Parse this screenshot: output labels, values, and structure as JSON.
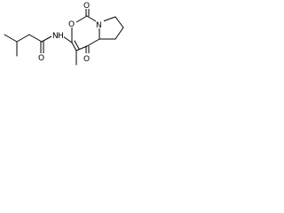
{
  "structure": {
    "atoms": [
      {
        "id": "amide-oxygen",
        "label": "O"
      },
      {
        "id": "amide-nitrogen",
        "label": "N"
      },
      {
        "id": "amide-hydrogen",
        "label": "H"
      },
      {
        "id": "ring-oxygen",
        "label": "O"
      },
      {
        "id": "carbamate-carbonyl-oxygen",
        "label": "O"
      },
      {
        "id": "ring-nitrogen",
        "label": "N"
      },
      {
        "id": "ketone-oxygen",
        "label": "O"
      }
    ]
  },
  "colors": {
    "bond": "#000000",
    "label": "#000000",
    "background": "#ffffff"
  }
}
